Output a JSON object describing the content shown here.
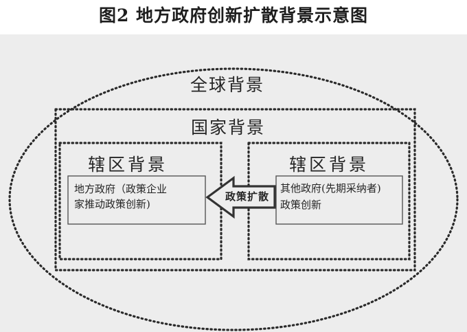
{
  "title": "图2 地方政府创新扩散背景示意图",
  "diagram": {
    "global_label": "全球背景",
    "national_label": "国家背景",
    "jurisdiction_left_label": "辖区背景",
    "jurisdiction_right_label": "辖区背景",
    "local_gov": {
      "line1": "地方政府（政策企业",
      "line2": "家推动政策创新)"
    },
    "other_gov": {
      "line1": "其他政府(先期采纳者)",
      "line2": "政策创新"
    },
    "arrow_label": "政策扩散"
  }
}
